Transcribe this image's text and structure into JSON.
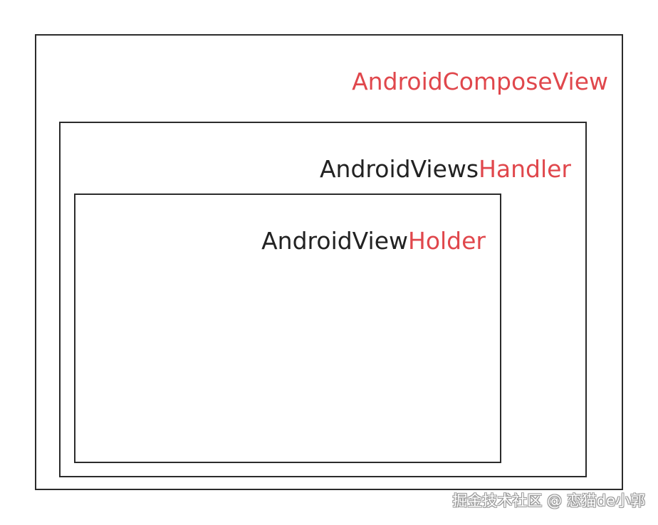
{
  "diagram": {
    "outer": {
      "label_accent": "AndroidComposeView"
    },
    "middle": {
      "label_main": "AndroidViews",
      "label_accent": "Handler"
    },
    "inner": {
      "label_main": "AndroidView",
      "label_accent": "Holder"
    }
  },
  "colors": {
    "accent": "#e0474c",
    "text": "#222222",
    "border": "#2b2b2b"
  },
  "watermark": "掘金技术社区 @ 恋猫de小郭"
}
